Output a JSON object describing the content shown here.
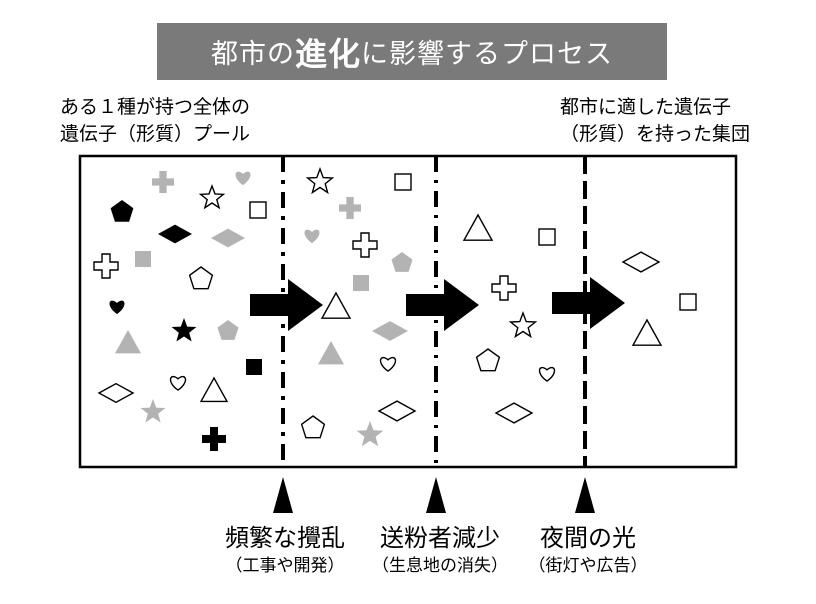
{
  "title": {
    "prefix": "都市の",
    "emphasis": "進化",
    "suffix": "に影響するプロセス"
  },
  "labels": {
    "left_line1": "ある１種が持つ全体の",
    "left_line2": "遺伝子（形質）プール",
    "right_line1": "都市に適した遺伝子",
    "right_line2": "（形質）を持った集団"
  },
  "factors": [
    {
      "main": "頻繁な攪乱",
      "sub": "（工事や開発）"
    },
    {
      "main": "送粉者減少",
      "sub": "（生息地の消失）"
    },
    {
      "main": "夜間の光",
      "sub": "（街灯や広告）"
    }
  ],
  "colors": {
    "title_bg": "#7a7a7a",
    "gray_shape": "#b3b3b3",
    "black": "#000000",
    "white": "#ffffff"
  },
  "shapes": [
    {
      "zone": 1,
      "type": "cross",
      "fill": "gray"
    },
    {
      "zone": 1,
      "type": "star",
      "fill": "white"
    },
    {
      "zone": 1,
      "type": "heart",
      "fill": "gray"
    },
    {
      "zone": 1,
      "type": "pentagon",
      "fill": "black"
    },
    {
      "zone": 1,
      "type": "square",
      "fill": "white"
    },
    {
      "zone": 1,
      "type": "diamond",
      "fill": "black"
    },
    {
      "zone": 1,
      "type": "diamond",
      "fill": "gray"
    },
    {
      "zone": 1,
      "type": "square",
      "fill": "gray"
    },
    {
      "zone": 1,
      "type": "cross",
      "fill": "white"
    },
    {
      "zone": 1,
      "type": "pentagon",
      "fill": "white"
    },
    {
      "zone": 1,
      "type": "heart",
      "fill": "black"
    },
    {
      "zone": 1,
      "type": "star",
      "fill": "black"
    },
    {
      "zone": 1,
      "type": "pentagon",
      "fill": "gray"
    },
    {
      "zone": 1,
      "type": "triangle",
      "fill": "gray"
    },
    {
      "zone": 1,
      "type": "square",
      "fill": "black"
    },
    {
      "zone": 1,
      "type": "heart",
      "fill": "white"
    },
    {
      "zone": 1,
      "type": "diamond",
      "fill": "white"
    },
    {
      "zone": 1,
      "type": "triangle",
      "fill": "white"
    },
    {
      "zone": 1,
      "type": "star",
      "fill": "gray"
    },
    {
      "zone": 1,
      "type": "cross",
      "fill": "black"
    },
    {
      "zone": 2,
      "type": "star",
      "fill": "white"
    },
    {
      "zone": 2,
      "type": "cross",
      "fill": "gray"
    },
    {
      "zone": 2,
      "type": "heart",
      "fill": "gray"
    },
    {
      "zone": 2,
      "type": "cross",
      "fill": "white"
    },
    {
      "zone": 2,
      "type": "pentagon",
      "fill": "gray"
    },
    {
      "zone": 2,
      "type": "square",
      "fill": "gray"
    },
    {
      "zone": 2,
      "type": "square",
      "fill": "white"
    },
    {
      "zone": 2,
      "type": "triangle",
      "fill": "white"
    },
    {
      "zone": 2,
      "type": "diamond",
      "fill": "gray"
    },
    {
      "zone": 2,
      "type": "triangle",
      "fill": "gray"
    },
    {
      "zone": 2,
      "type": "heart",
      "fill": "white"
    },
    {
      "zone": 2,
      "type": "diamond",
      "fill": "white"
    },
    {
      "zone": 2,
      "type": "pentagon",
      "fill": "white"
    },
    {
      "zone": 2,
      "type": "star",
      "fill": "gray"
    },
    {
      "zone": 3,
      "type": "triangle",
      "fill": "white"
    },
    {
      "zone": 3,
      "type": "square",
      "fill": "white"
    },
    {
      "zone": 3,
      "type": "cross",
      "fill": "white"
    },
    {
      "zone": 3,
      "type": "star",
      "fill": "white"
    },
    {
      "zone": 3,
      "type": "pentagon",
      "fill": "white"
    },
    {
      "zone": 3,
      "type": "heart",
      "fill": "white"
    },
    {
      "zone": 3,
      "type": "diamond",
      "fill": "white"
    },
    {
      "zone": 4,
      "type": "diamond",
      "fill": "white"
    },
    {
      "zone": 4,
      "type": "square",
      "fill": "white"
    },
    {
      "zone": 4,
      "type": "triangle",
      "fill": "white"
    }
  ]
}
